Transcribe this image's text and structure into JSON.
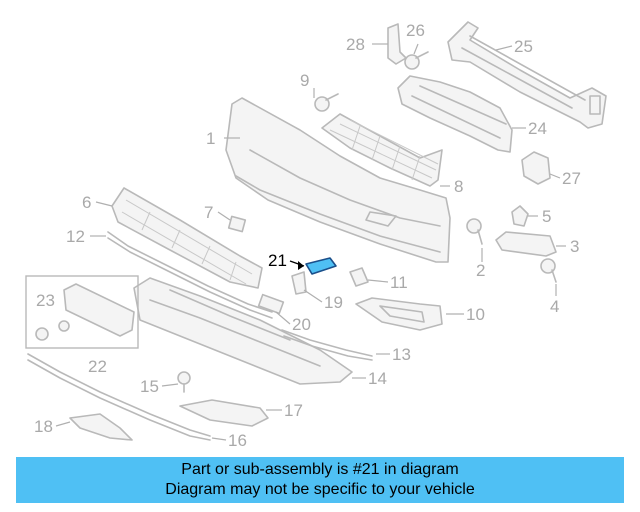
{
  "diagram": {
    "highlight_label": "21",
    "highlight_color": "#4fc0f4",
    "labels": [
      "1",
      "2",
      "3",
      "4",
      "5",
      "6",
      "7",
      "8",
      "9",
      "10",
      "11",
      "12",
      "13",
      "14",
      "15",
      "16",
      "17",
      "18",
      "19",
      "20",
      "22",
      "23",
      "24",
      "25",
      "26",
      "27",
      "28"
    ]
  },
  "banner": {
    "line1": "Part or sub-assembly is #21 in diagram",
    "line2": "Diagram may not be specific to your vehicle",
    "color": "#4fc0f4"
  }
}
